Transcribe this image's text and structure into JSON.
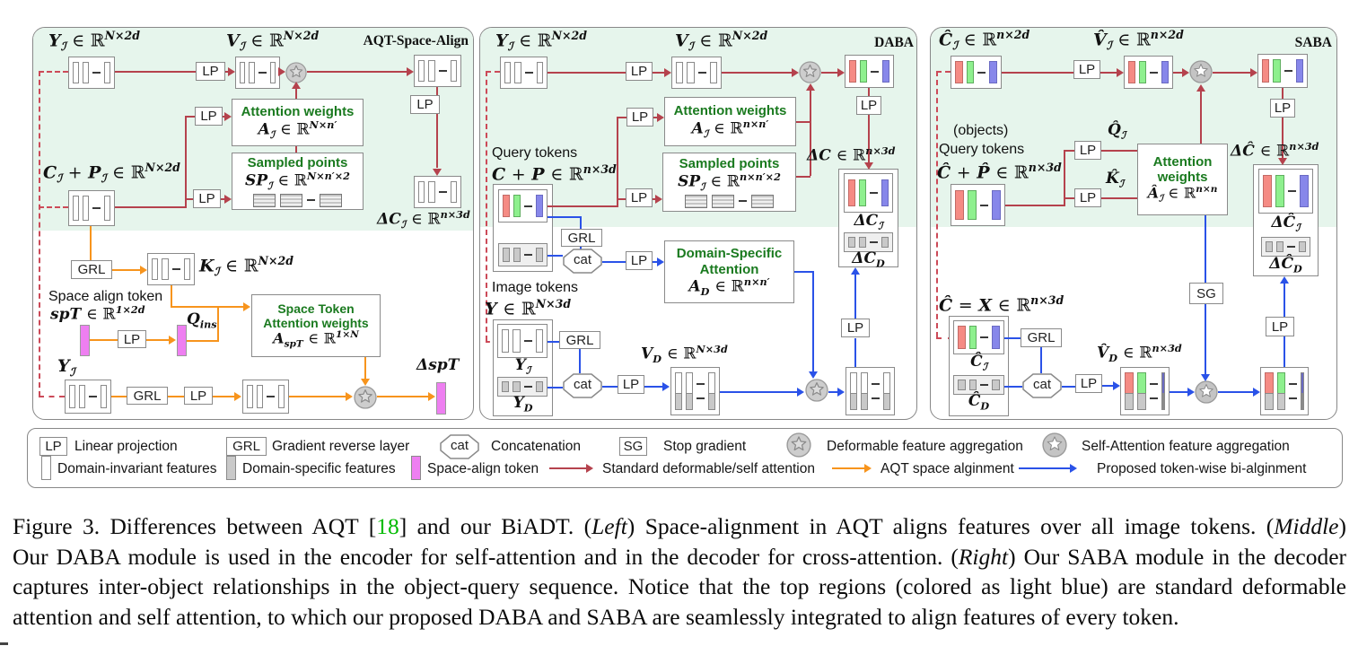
{
  "colors": {
    "red": "#b5424d",
    "orange": "#f7941d",
    "blue": "#2a52e8",
    "dashed_red": "#cc4a58",
    "green_text": "#1a7a1f",
    "mint": "#e6f5ec",
    "pink": "#ee7ff1",
    "bar_red": "#f58b84",
    "bar_green": "#8ef08e",
    "bar_blue": "#8787ea",
    "bar_gray": "#c9c9c9",
    "cite_green": "#00bb00",
    "border_gray": "#8a8a8a"
  },
  "blocks": {
    "lp": "LP",
    "grl": "GRL",
    "cat": "cat",
    "sg": "SG"
  },
  "panels": {
    "left": {
      "title": "AQT-Space-Align",
      "f_y": "Y_{ℐ} ∈ ℝ^{N×2d}",
      "f_v": "V_{ℐ} ∈ ℝ^{N×2d}",
      "attn_title": "Attention weights",
      "f_attn": "A_{ℐ} ∈ ℝ^{N×n′}",
      "sp_title": "Sampled points",
      "f_sp": "SP_{ℐ} ∈ ℝ^{N×n′×2}",
      "f_cp": "C_{ℐ} + P_{ℐ} ∈ ℝ^{N×2d}",
      "f_dc": "ΔC_{ℐ} ∈ ℝ^{n×3d}",
      "f_k": "K_{ℐ} ∈ ℝ^{N×2d}",
      "space_token_label": "Space align token",
      "f_spt": "spT ∈ ℝ^{1×2d}",
      "f_qins": "Q_{ins}",
      "st_title1": "Space Token",
      "st_title2": "Attention weights",
      "f_st": "A_{spT} ∈ ℝ^{1×N}",
      "f_y2": "Y_{ℐ}",
      "f_dspt": "ΔspT"
    },
    "middle": {
      "title": "DABA",
      "f_y": "Y_{ℐ} ∈ ℝ^{N×2d}",
      "f_v": "V_{ℐ} ∈ ℝ^{N×2d}",
      "attn_title": "Attention weights",
      "f_attn": "A_{ℐ} ∈ ℝ^{n×n′}",
      "sp_title": "Sampled points",
      "f_sp": "SP_{ℐ} ∈ ℝ^{n×n′×2}",
      "query_label": "Query tokens",
      "f_cp": "C + P ∈ ℝ^{n×3d}",
      "f_dc": "ΔC ∈ ℝ^{n×3d}",
      "f_dci": "ΔC_{ℐ}",
      "f_dcd": "ΔC_{D}",
      "dsa_title1": "Domain-Specific",
      "dsa_title2": "Attention",
      "f_dsa": "A_{D} ∈ ℝ^{n×n′}",
      "image_label": "Image tokens",
      "f_yall": "Y ∈ ℝ^{N×3d}",
      "f_yi": "Y_{ℐ}",
      "f_yd": "Y_{D}",
      "f_vd": "V_{D} ∈ ℝ^{N×3d}"
    },
    "right": {
      "title": "SABA",
      "f_c": "Ĉ_{ℐ} ∈ ℝ^{n×2d}",
      "f_v": "V̂_{ℐ} ∈ ℝ^{n×2d}",
      "objects_label": "(objects)",
      "query_label": "Query tokens",
      "f_cp": "Ĉ + P̂ ∈ ℝ^{n×3d}",
      "f_q": "Q̂_{ℐ}",
      "f_k": "K̂_{ℐ}",
      "attn_title1": "Attention",
      "attn_title2": "weights",
      "f_attn": "Â_{ℐ} ∈ ℝ^{n×n}",
      "f_dc": "ΔĈ ∈ ℝ^{n×3d}",
      "f_dci": "ΔĈ_{ℐ}",
      "f_dcd": "ΔĈ_{D}",
      "f_cx": "Ĉ = X ∈ ℝ^{n×3d}",
      "f_ci": "Ĉ_{ℐ}",
      "f_cd": "Ĉ_{D}",
      "f_vd": "V̂_{D} ∈ ℝ^{n×3d}"
    }
  },
  "legend": {
    "row1": [
      {
        "icon": "lp-box",
        "label": "Linear projection"
      },
      {
        "icon": "grl-box",
        "label": "Gradient reverse layer"
      },
      {
        "icon": "cat-octagon",
        "label": "Concatenation"
      },
      {
        "icon": "sg-box",
        "label": "Stop gradient"
      },
      {
        "icon": "deformable-star",
        "label": "Deformable feature aggregation"
      },
      {
        "icon": "self-attention-star",
        "label": "Self-Attention feature aggregation"
      }
    ],
    "row2": [
      {
        "icon": "domain-invariant-bar",
        "label": "Domain-invariant features"
      },
      {
        "icon": "domain-specific-bar",
        "label": "Domain-specific features"
      },
      {
        "icon": "space-align-bar",
        "label": "Space-align token"
      },
      {
        "icon": "red-arrow",
        "label": "Standard  deformable/self attention"
      },
      {
        "icon": "orange-arrow",
        "label": "AQT space alginment"
      },
      {
        "icon": "blue-arrow",
        "label": "Proposed token-wise bi-alginment"
      }
    ]
  },
  "caption": {
    "lines": [
      {
        "parts": [
          {
            "t": "Figure 3. Differences between AQT ["
          },
          {
            "t": "18",
            "s": "cite"
          },
          {
            "t": "] and our BiADT. ("
          },
          {
            "t": "Left",
            "s": "it"
          },
          {
            "t": ") Space-alignment in AQT aligns features over all image tokens. ("
          },
          {
            "t": "Middle",
            "s": "it"
          },
          {
            "t": ")"
          }
        ]
      },
      {
        "parts": [
          {
            "t": "Our DABA module is used in the encoder for self-attention and in the decoder for cross-attention. ("
          },
          {
            "t": "Right",
            "s": "it"
          },
          {
            "t": ") Our SABA module in the decoder"
          }
        ]
      },
      {
        "parts": [
          {
            "t": "captures inter-object relationships in the object-query sequence. Notice that the top regions (colored as light blue) are standard deformable"
          }
        ]
      },
      {
        "parts": [
          {
            "t": "attention and self attention, to which our proposed DABA and SABA are seamlessly integrated to align features of every token."
          }
        ]
      }
    ]
  }
}
